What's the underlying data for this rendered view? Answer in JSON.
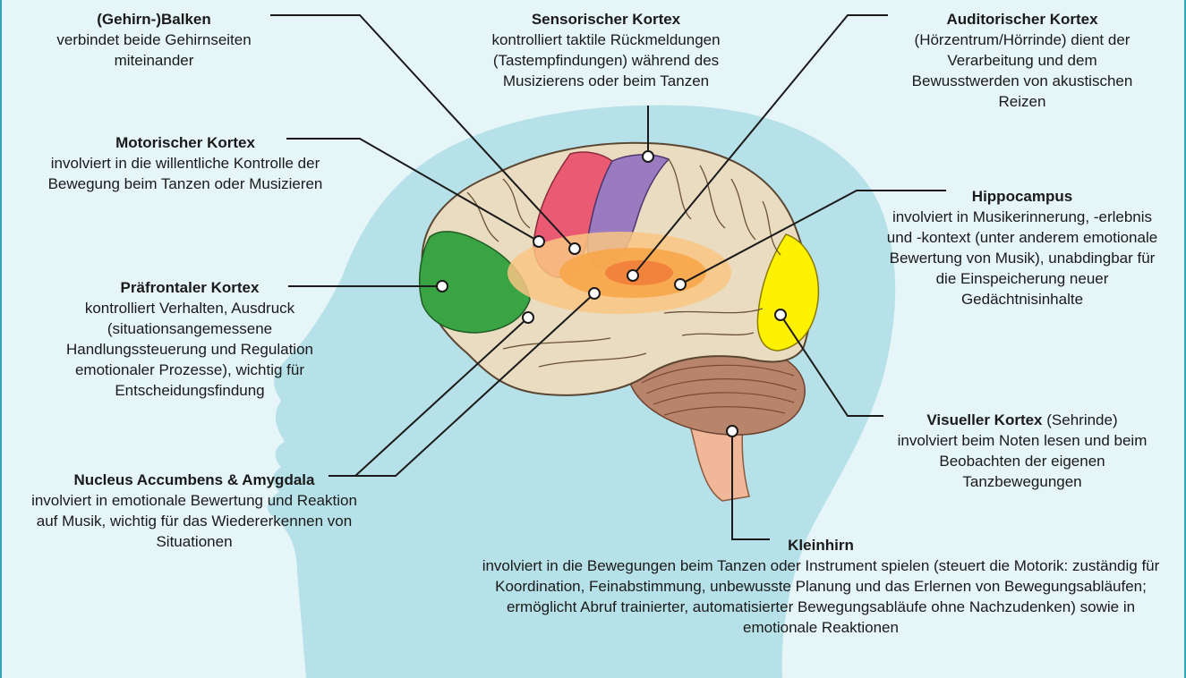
{
  "colors": {
    "background": "#e6f5f8",
    "frame": "#2fa7b5",
    "head_silhouette": "#b7e1e8",
    "brain": "#e9dcc0",
    "prefrontal": "#3aa344",
    "motor": "#ea5a72",
    "sensory": "#9b7bbf",
    "auditory_band": "#f7a64a",
    "visual": "#fff200",
    "cerebellum": "#b8856c",
    "brainstem": "#f0b899",
    "leader": "#1a1a1a"
  },
  "labels": {
    "balken": {
      "title": "(Gehirn-)Balken",
      "desc": "verbindet beide Gehirnseiten miteinander"
    },
    "sensorisch": {
      "title": "Sensorischer Kortex",
      "desc": "kontrolliert taktile Rückmeldungen (Tastempfindungen) während des Musizierens oder beim Tanzen"
    },
    "auditorisch": {
      "title": "Auditorischer Kortex",
      "desc": "(Hörzentrum/Hörrinde) dient der Verarbeitung und dem Bewusstwerden von akustischen Reizen"
    },
    "motorisch": {
      "title": "Motorischer Kortex",
      "desc": "involviert in die willentliche Kontrolle der Bewegung beim Tanzen oder Musizieren"
    },
    "hippocampus": {
      "title": "Hippocampus",
      "desc": "involviert in Musikerinnerung, -erlebnis und -kontext (unter anderem emotionale Bewertung von Musik), unabdingbar für die Einspeicherung neuer Gedächtnisinhalte"
    },
    "praefrontal": {
      "title": "Präfrontaler Kortex",
      "desc": "kontrolliert Verhalten, Ausdruck (situationsangemessene Handlungssteuerung und Regulation emotionaler Prozesse), wichtig für Entscheidungsfindung"
    },
    "visuell": {
      "title": "Visueller Kortex",
      "suffix": "(Sehrinde)",
      "desc": "involviert beim Noten lesen und beim Beobachten der eigenen Tanzbewegungen"
    },
    "nucleus": {
      "title": "Nucleus Accumbens & Amygdala",
      "desc": "involviert in emotionale Bewertung und Reaktion auf Musik, wichtig für das Wiedererkennen von Situationen"
    },
    "kleinhirn": {
      "title": "Kleinhirn",
      "desc": "involviert in die Bewegungen beim Tanzen oder Instrument spielen (steuert die Motorik: zuständig für Koordination, Feinabstimmung, unbewusste Planung und das Erlernen von Bewegungsabläufen; ermöglicht Abruf trainierter, automatisierter Bewegungsabläufe ohne Nachzudenken) sowie in emotionale Reaktionen"
    }
  }
}
